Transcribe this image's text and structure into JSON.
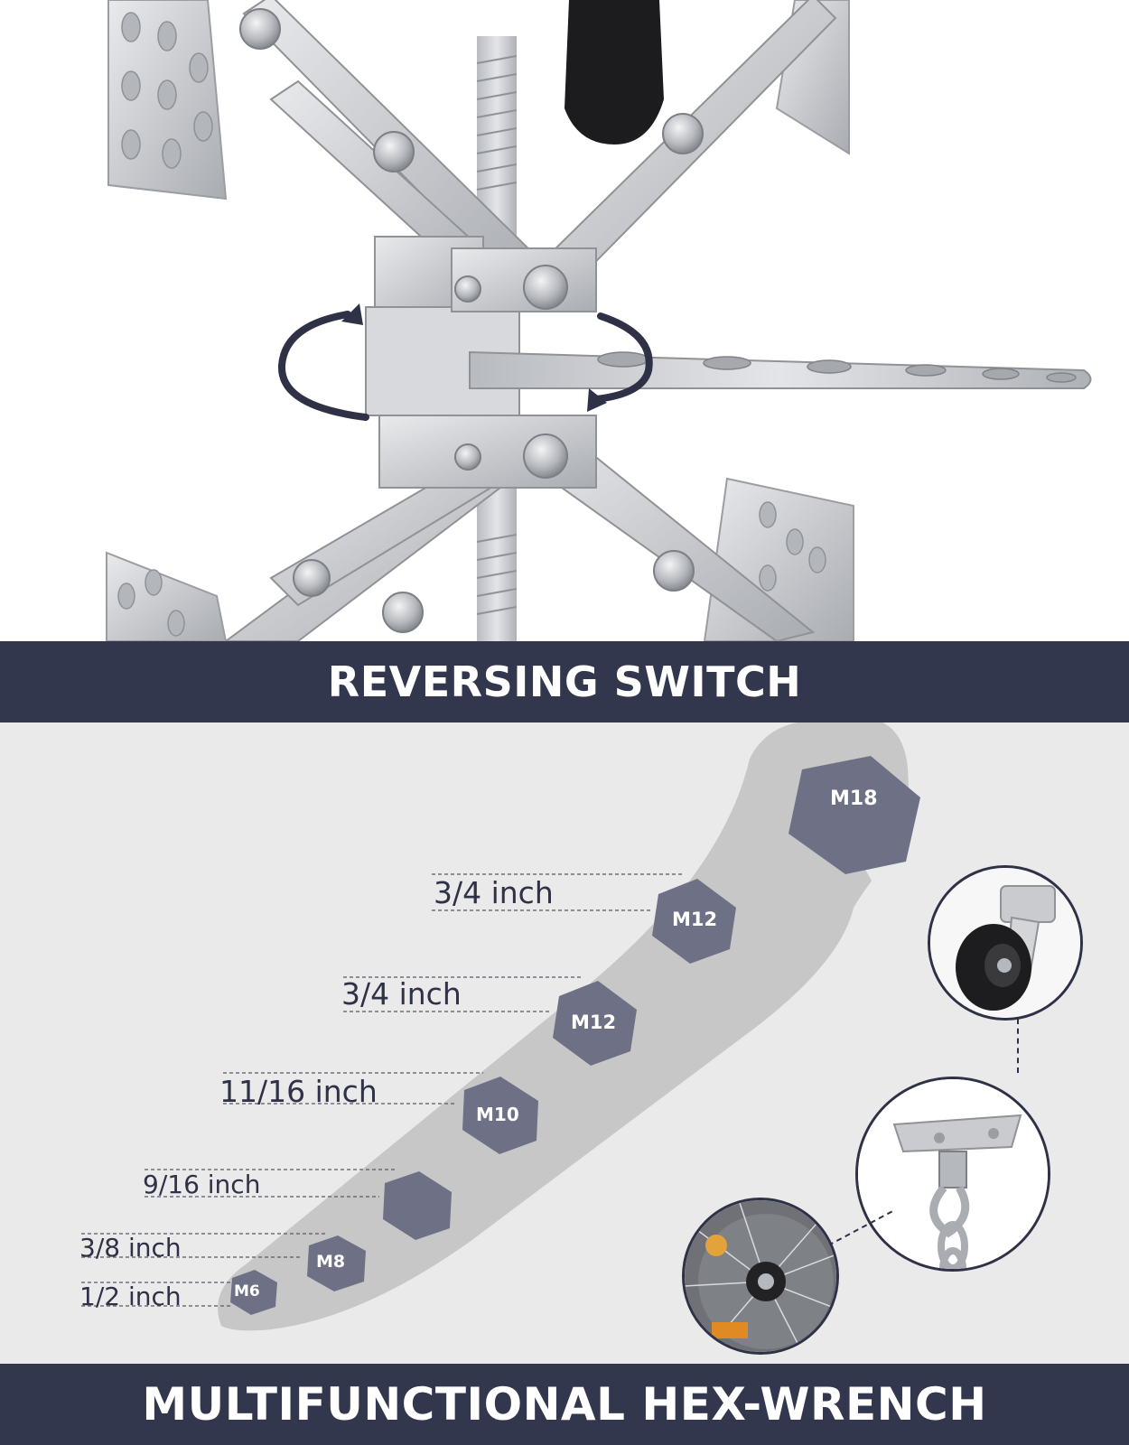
{
  "sections": {
    "top_banner": "REVERSING SWITCH",
    "bottom_banner": "MULTIFUNCTIONAL HEX-WRENCH"
  },
  "wrench": {
    "holes": [
      "M18",
      "M12",
      "M12",
      "M10",
      "",
      "M8",
      "M6"
    ],
    "sizes": [
      "3/4 inch",
      "3/4 inch",
      "11/16 inch",
      "9/16 inch",
      "3/8 inch",
      "1/2 inch"
    ]
  },
  "icons": [
    "rotation-arrow-icon",
    "caster-wheel-icon",
    "swivel-hook-icon",
    "wheel-hub-icon"
  ],
  "colors": {
    "banner": "#32374d",
    "hex_fill": "#6e7186",
    "wrench": "#c4c4c4",
    "background": "#eaeaea"
  }
}
